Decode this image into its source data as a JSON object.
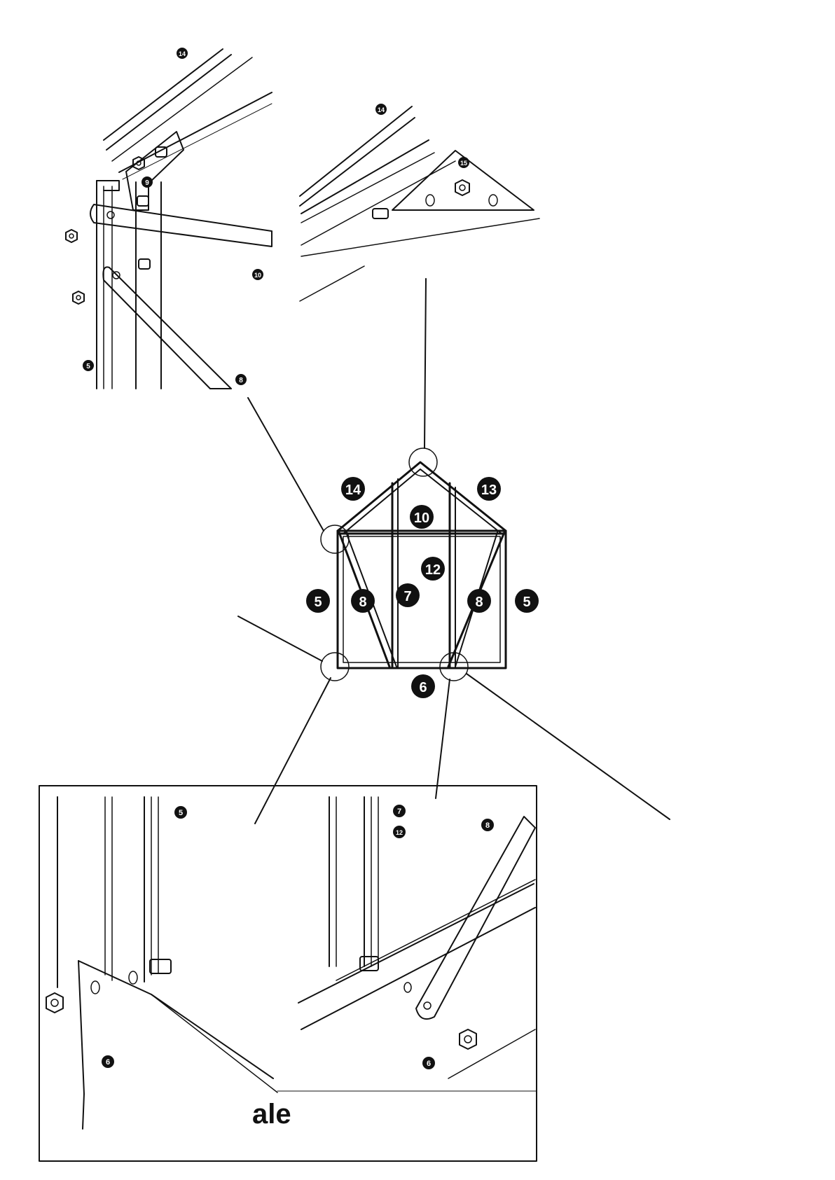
{
  "diagram": {
    "labels": {
      "p5": "5",
      "p6": "6",
      "p7": "7",
      "p8": "8",
      "p9": "9",
      "p10": "10",
      "p12": "12",
      "p13": "13",
      "p14": "14",
      "p15": "15"
    },
    "fragment_text": "ale",
    "colors": {
      "ink": "#111111",
      "bubble": "#111111",
      "paper": "#ffffff"
    }
  }
}
